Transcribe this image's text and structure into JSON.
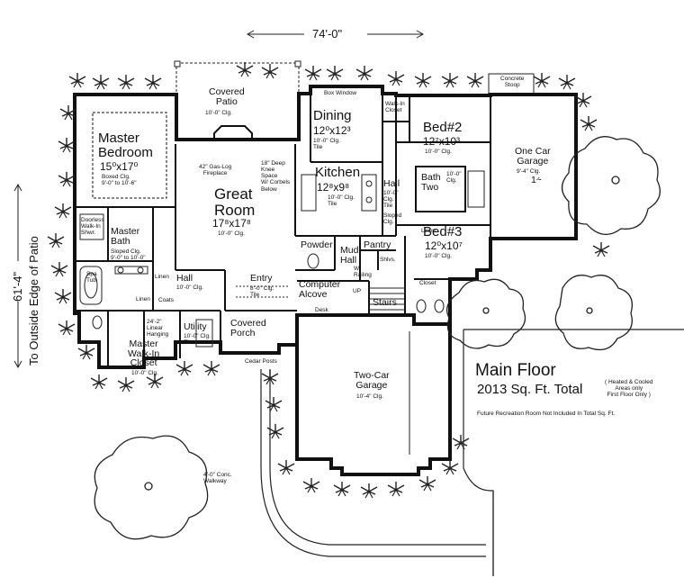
{
  "dimensions": {
    "width": "74'-0\"",
    "depth": "61'-4\"",
    "depth_note": "To Outside Edge of Patio"
  },
  "summary": {
    "title": "Main Floor",
    "total": "2013 Sq. Ft. Total",
    "heated_note": "( Heated & Cooled\nAreas only\nFirst Floor Only )",
    "future_note": "Future Recreation Room Not Included In Total Sq. Ft."
  },
  "rooms": {
    "covered_patio": {
      "name": "Covered\nPatio",
      "ceiling": "10'-0\" Clg."
    },
    "box_window": "Box Window",
    "dining": {
      "name": "Dining",
      "size": "12⁰x12³",
      "ceiling": "10'-0\" Clg.\nTile"
    },
    "walk_in_closet": "Walk-In\nCloset",
    "bed2": {
      "name": "Bed#2",
      "size": "12⁷x10³",
      "ceiling": "10'-0\" Clg."
    },
    "concrete_stoop": "Concrete\nStoop",
    "one_car_garage": {
      "name": "One Car\nGarage",
      "size": "9'-4\" Clg.",
      "mark": "1⸞"
    },
    "master_bedroom": {
      "name": "Master\nBedroom",
      "size": "15⁰x17⁰",
      "ceiling": "Boxed Clg.\n9'-0\" to 10'-6\""
    },
    "fireplace": "42\" Gas-Log\nFireplace",
    "great_room": {
      "name": "Great\nRoom",
      "size": "17⁸x17⁸",
      "ceiling": "10'-0\" Clg."
    },
    "knee_space": "18\" Deep\nKnee\nSpace\nW/ Corbels\nBelow",
    "kitchen": {
      "name": "Kitchen",
      "size": "12⁸x9⁸",
      "ceiling": "10'-0\" Clg.\nTile"
    },
    "hall_kitchen": {
      "name": "Hall",
      "ceiling": "10'-0\"\nClg.\nTile"
    },
    "sloped_clg": "Sloped\nClg.",
    "bath_two": {
      "name": "Bath\nTwo",
      "ceiling": "10'-0\"\nClg."
    },
    "linen_hall": "Linen",
    "bed3": {
      "name": "Bed#3",
      "size": "12⁰x10⁷",
      "ceiling": "10'-0\" Clg."
    },
    "closet_bed3": "Closet",
    "doorless_shower": "Doorless\nWalk-In\nShwr.",
    "master_bath": {
      "name": "Master\nBath",
      "ceiling": "Sloped Clg.\n9'-0\" to 10'-0\""
    },
    "spa_tub": "Spa\nTub",
    "linen1": "Linen",
    "linen2": "Linen",
    "coats": "Coats",
    "hall_main": {
      "name": "Hall",
      "ceiling": "10'-0\" Clg."
    },
    "powder": "Powder",
    "mud_hall": "Mud\nHall",
    "pantry": "Pantry",
    "shlvs": "Shlvs.",
    "railing": "W/\nRailing",
    "up": "UP",
    "entry": {
      "name": "Entry",
      "ceiling": "8'-0\" Clg.\nTile"
    },
    "computer_alcove": "Computer\nAlcove",
    "desk": "Desk",
    "stairs": "Stairs",
    "linear_hanging": "24'-2\"\nLinear\nHanging",
    "utility": {
      "name": "Utility",
      "ceiling": "10'-0\" Clg.\nTile"
    },
    "covered_porch": "Covered\nPorch",
    "master_walkin": {
      "name": "Master\nWalk-In\nCloset",
      "ceiling": "10'-0\" Clg."
    },
    "cedar_posts": "Cedar Posts",
    "two_car_garage": {
      "name": "Two-Car\nGarage",
      "ceiling": "10'-4\" Clg."
    },
    "walkway": "4'-0\" Conc.\nWalkway"
  }
}
